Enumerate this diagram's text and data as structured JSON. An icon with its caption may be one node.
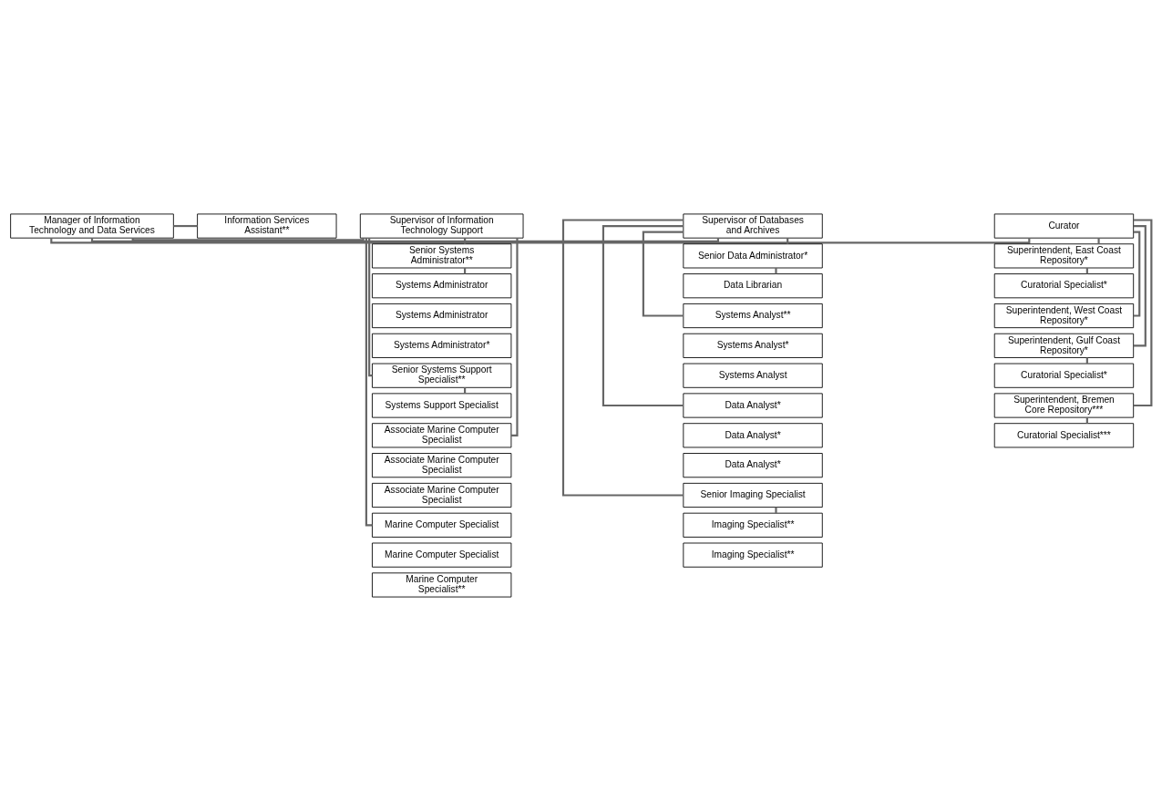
{
  "diagram": {
    "nodes": [
      {
        "text": [
          "Manager of Information Technology and Data Services"
        ]
      },
      {
        "text": [
          "Information Services Assistant**"
        ]
      },
      {
        "text": [
          "Supervisor of Information Technology Support"
        ]
      },
      {
        "text": [
          "Supervisor of Databases and Archives"
        ]
      },
      {
        "text": [
          "Curator"
        ]
      },
      {
        "text": [
          "Senior Systems Administrator**"
        ]
      },
      {
        "text": [
          "Systems Administrator"
        ]
      },
      {
        "text": [
          "Systems Administrator"
        ]
      },
      {
        "text": [
          "Systems Administrator*"
        ]
      },
      {
        "text": [
          "Senior Systems Support Specialist**"
        ]
      },
      {
        "text": [
          "Systems Support Specialist"
        ]
      },
      {
        "text": [
          "Associate Marine Computer Specialist"
        ]
      },
      {
        "text": [
          "Associate Marine Computer Specialist"
        ]
      },
      {
        "text": [
          "Associate Marine Computer Specialist"
        ]
      },
      {
        "text": [
          "Marine Computer Specialist"
        ]
      },
      {
        "text": [
          "Marine Computer Specialist"
        ]
      },
      {
        "text": [
          "Marine Computer Specialist**"
        ]
      },
      {
        "text": [
          "Senior Data Administrator*"
        ]
      },
      {
        "text": [
          "Data Librarian"
        ]
      },
      {
        "text": [
          "Systems Analyst**"
        ]
      },
      {
        "text": [
          "Systems Analyst*"
        ]
      },
      {
        "text": [
          "Systems Analyst"
        ]
      },
      {
        "text": [
          "Data Analyst*"
        ]
      },
      {
        "text": [
          "Data Analyst*"
        ]
      },
      {
        "text": [
          "Data Analyst*"
        ]
      },
      {
        "text": [
          "Senior Imaging Specialist"
        ]
      },
      {
        "text": [
          "Imaging Specialist**"
        ]
      },
      {
        "text": [
          "Imaging Specialist**"
        ]
      },
      {
        "text": [
          "Superintendent, East Coast Repository*"
        ]
      },
      {
        "text": [
          "Curatorial Specialist*"
        ]
      },
      {
        "text": [
          "Superintendent, West Coast Repository*"
        ]
      },
      {
        "text": [
          "Superintendent, Gulf Coast Repository*"
        ]
      },
      {
        "text": [
          "Curatorial Specialist*"
        ]
      },
      {
        "text": [
          "Superintendent, Bremen Core Repository***"
        ]
      },
      {
        "text": [
          "Curatorial Specialist***"
        ]
      }
    ],
    "edges": [
      {
        "from": 0,
        "to": 1,
        "arrow": "none"
      },
      {
        "from": 0,
        "to": 2,
        "arrow": "none"
      },
      {
        "from": 0,
        "to": 3,
        "arrow": "none"
      },
      {
        "from": 0,
        "to": 4,
        "arrow": "none"
      },
      {
        "from": 2,
        "to": 5,
        "arrow": "none"
      },
      {
        "from": 5,
        "to": 6,
        "arrow": "none"
      },
      {
        "from": 2,
        "to": 9,
        "arrow": "none"
      },
      {
        "from": 9,
        "to": 10,
        "arrow": "none"
      },
      {
        "from": 2,
        "to": 11,
        "arrow": "none"
      },
      {
        "from": 2,
        "to": 14,
        "arrow": "none"
      },
      {
        "from": 3,
        "to": 17,
        "arrow": "none"
      },
      {
        "from": 17,
        "to": 18,
        "arrow": "none"
      },
      {
        "from": 3,
        "to": 19,
        "arrow": "none"
      },
      {
        "from": 3,
        "to": 22,
        "arrow": "none"
      },
      {
        "from": 3,
        "to": 25,
        "arrow": "none"
      },
      {
        "from": 25,
        "to": 26,
        "arrow": "none"
      },
      {
        "from": 4,
        "to": 28,
        "arrow": "none"
      },
      {
        "from": 28,
        "to": 29,
        "arrow": "none"
      },
      {
        "from": 4,
        "to": 30,
        "arrow": "none"
      },
      {
        "from": 4,
        "to": 31,
        "arrow": "none"
      },
      {
        "from": 31,
        "to": 32,
        "arrow": "none"
      },
      {
        "from": 4,
        "to": 33,
        "arrow": "none"
      },
      {
        "from": 33,
        "to": 34,
        "arrow": "none"
      }
    ]
  }
}
